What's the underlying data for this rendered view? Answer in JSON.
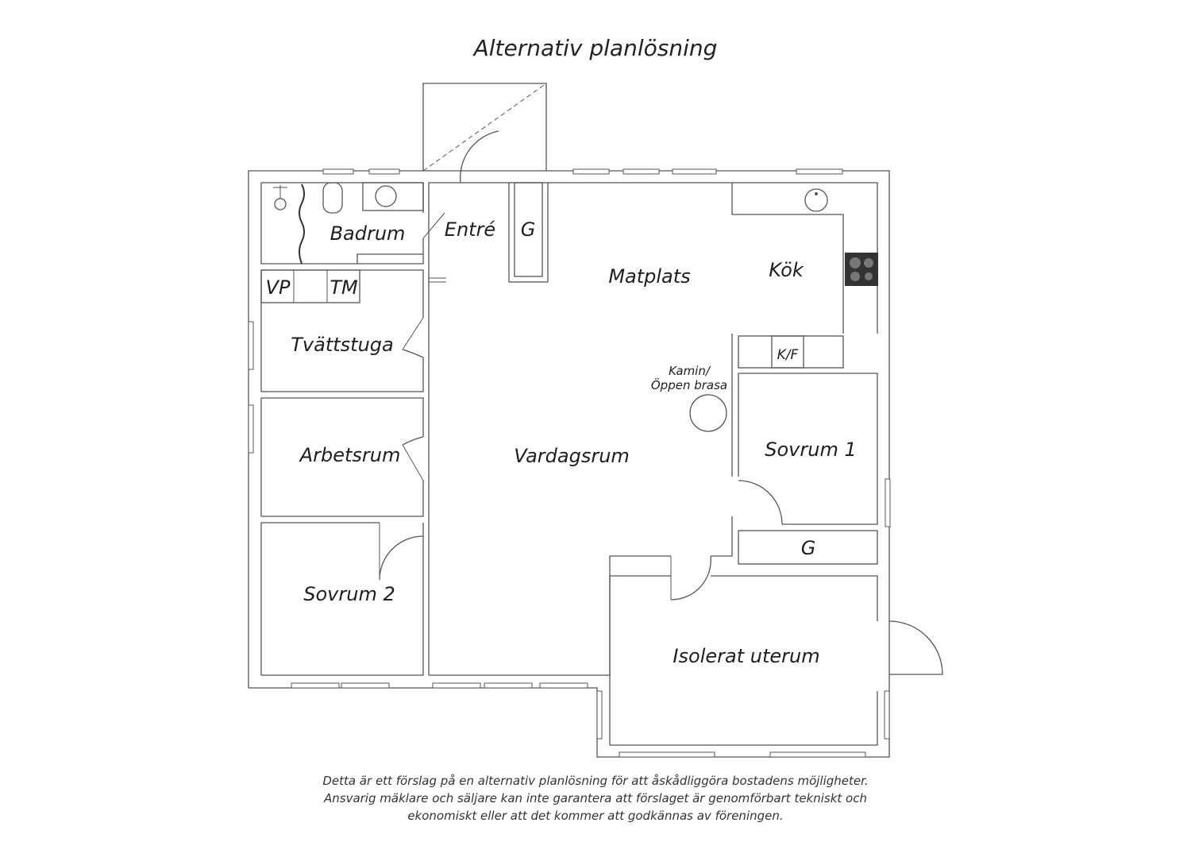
{
  "title": "Alternativ planlösning",
  "rooms": {
    "badrum": "Badrum",
    "entre": "Entré",
    "g_entre": "G",
    "matplats": "Matplats",
    "kok": "Kök",
    "vp": "VP",
    "tm": "TM",
    "tvattstuga": "Tvättstuga",
    "kf": "K/F",
    "kamin_1": "Kamin/",
    "kamin_2": "Öppen brasa",
    "sovrum1": "Sovrum 1",
    "arbetsrum": "Arbetsrum",
    "vardagsrum": "Vardagsrum",
    "g_sovrum": "G",
    "sovrum2": "Sovrum 2",
    "uterum": "Isolerat uterum"
  },
  "disclaimer": [
    "Detta är ett förslag på en alternativ planlösning för att åskådliggöra bostadens möjligheter.",
    "Ansvarig mäklare och säljare kan inte garantera att förslaget är genomförbart tekniskt och",
    "ekonomiskt eller att det kommer att godkännas av föreningen."
  ],
  "colors": {
    "wall": "#555555",
    "stove": "#333333"
  }
}
